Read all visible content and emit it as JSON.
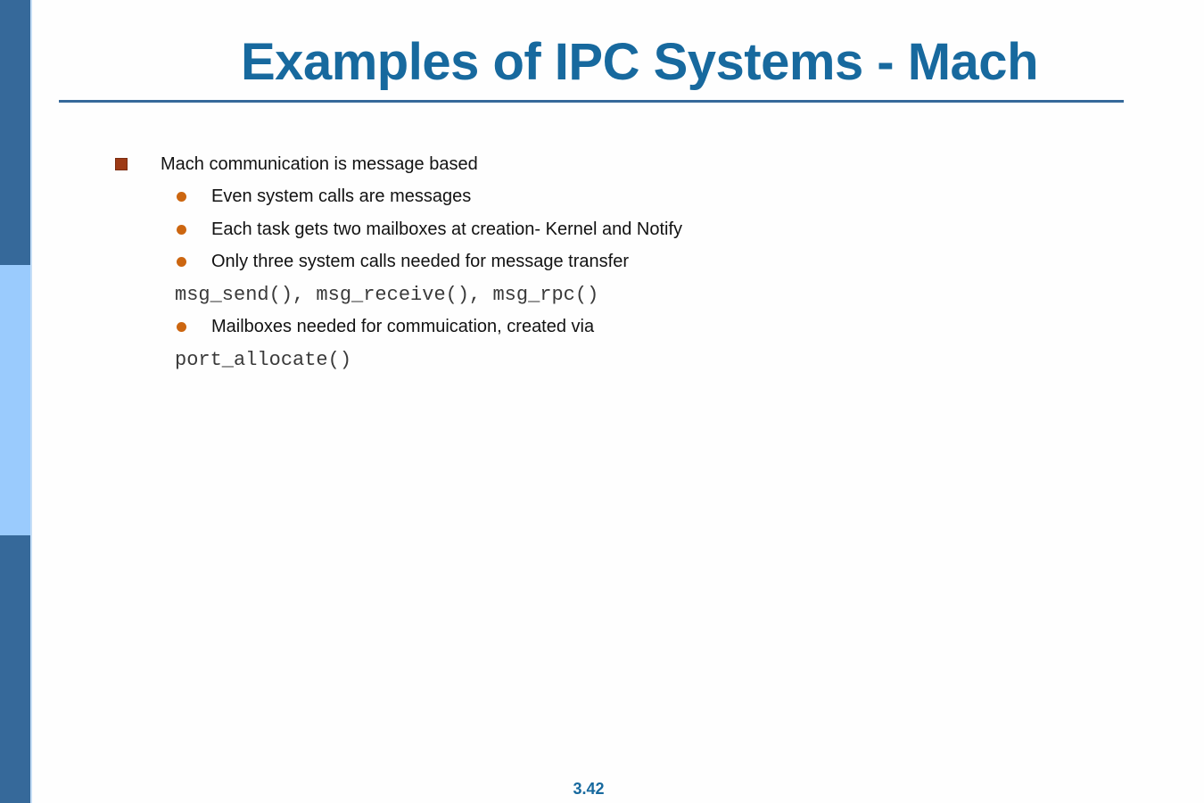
{
  "slide": {
    "title": "Examples of IPC Systems - Mach",
    "page_number": "3.42",
    "colors": {
      "dark_blue": "#36699a",
      "light_blue": "#9acbfd",
      "title_blue": "#17699e",
      "square_bullet": "#9d3a16",
      "round_bullet": "#cc6610"
    },
    "bullets": [
      {
        "level": 1,
        "style": "square",
        "text": "Mach communication is message based"
      },
      {
        "level": 2,
        "style": "circle",
        "text": "Even system calls are messages"
      },
      {
        "level": 2,
        "style": "circle",
        "text": "Each task gets two mailboxes at creation- Kernel and Notify"
      },
      {
        "level": 2,
        "style": "circle",
        "text": "Only three system calls needed for message transfer"
      },
      {
        "level": 2,
        "style": "code",
        "text": "msg_send(), msg_receive(), msg_rpc()"
      },
      {
        "level": 2,
        "style": "circle",
        "text": "Mailboxes needed for commuication, created via"
      },
      {
        "level": 2,
        "style": "code",
        "text": "port_allocate()"
      }
    ]
  }
}
